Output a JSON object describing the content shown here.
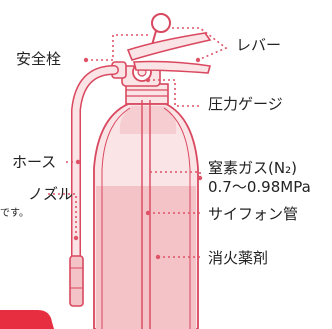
{
  "colors": {
    "outline": "#d9485f",
    "fill_light": "#fbe4e6",
    "fill_body": "#f3c3c7",
    "leader": "#e05267",
    "text": "#222222",
    "badge": "#e62e40"
  },
  "labels": {
    "safety_pin": "安全栓",
    "lever": "レバー",
    "pressure_gauge": "圧力ゲージ",
    "hose": "ホース",
    "nozzle": "ノズル",
    "gas_line1": "窒素ガス(N₂)",
    "gas_line2": "0.7〜0.98MPa",
    "siphon_tube": "サイフォン管",
    "extinguishing_agent": "消火薬剤",
    "partial_text": "です。"
  }
}
